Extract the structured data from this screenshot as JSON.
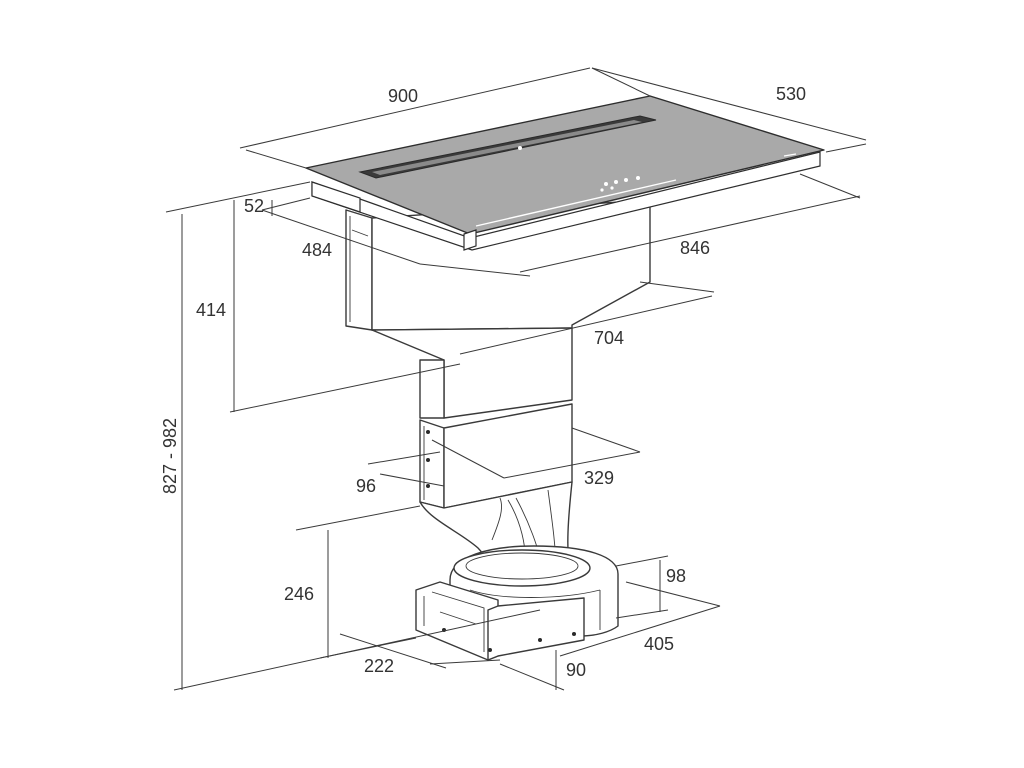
{
  "dimensions": {
    "width_top": "900",
    "depth_top": "530",
    "glass_thickness": "52",
    "body_depth": "484",
    "body_width": "846",
    "body_height": "414",
    "duct_width": "704",
    "total_height": "827 - 982",
    "duct_depth": "96",
    "duct_width_lower": "329",
    "motor_height": "246",
    "motor_outlet_height": "98",
    "motor_length": "405",
    "outlet_width": "222",
    "outlet_height": "90"
  },
  "colors": {
    "glass": "#a9a9a9",
    "lines": "#3a3a3a",
    "background": "#ffffff"
  }
}
